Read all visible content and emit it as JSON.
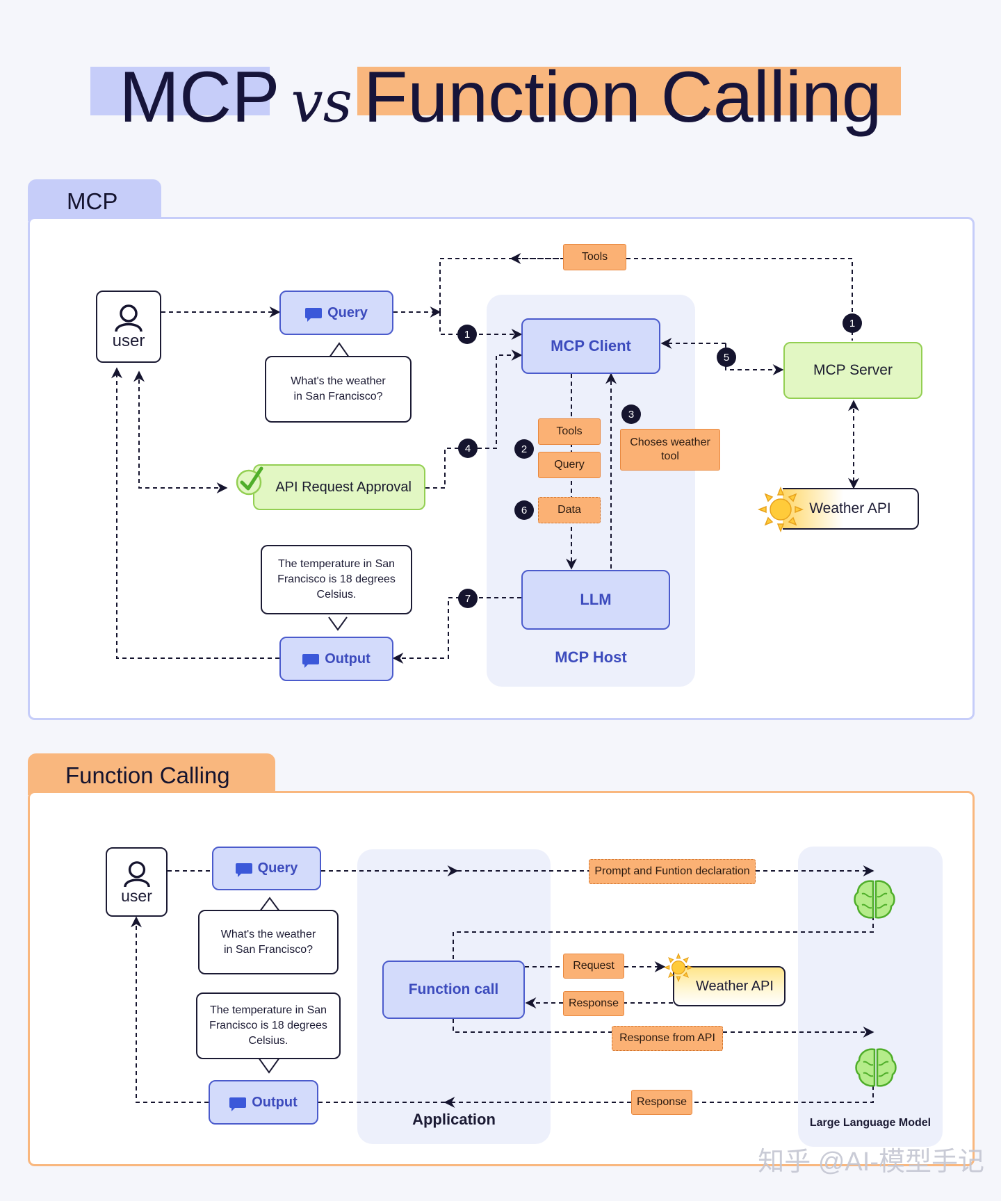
{
  "title": {
    "left": "MCP",
    "vs": "vs",
    "right": "Function Calling"
  },
  "colors": {
    "blue": "#c6cdf9",
    "orange": "#f9b77e",
    "green": "#d9f4b3",
    "ink": "#16143a"
  },
  "mcp": {
    "tab": "MCP",
    "user": "user",
    "query": "Query",
    "question": "What's the weather in San Francisco?",
    "approval": "API Request Approval",
    "answer": "The temperature in San Francisco is 18 degrees Celsius.",
    "output": "Output",
    "tools_top": "Tools",
    "client": "MCP Client",
    "server": "MCP Server",
    "weather_api": "Weather API",
    "tools": "Tools",
    "query_small": "Query",
    "data": "Data",
    "choses": "Choses weather tool",
    "llm": "LLM",
    "host": "MCP Host",
    "steps": {
      "s1a": "1",
      "s1b": "1",
      "s2": "2",
      "s3": "3",
      "s4": "4",
      "s5": "5",
      "s6": "6",
      "s7": "7"
    }
  },
  "fc": {
    "tab": "Function Calling",
    "user": "user",
    "query": "Query",
    "question": "What's the weather in San Francisco?",
    "answer": "The temperature in San Francisco is 18 degrees Celsius.",
    "output": "Output",
    "prompt": "Prompt and Funtion declaration",
    "function_call": "Function call",
    "request": "Request",
    "response": "Response",
    "weather_api": "Weather API",
    "response_from_api": "Response from API",
    "response_bottom": "Response",
    "application": "Application",
    "llm_label": "Large Language Model"
  },
  "watermark": "知乎 @AI-模型手记"
}
